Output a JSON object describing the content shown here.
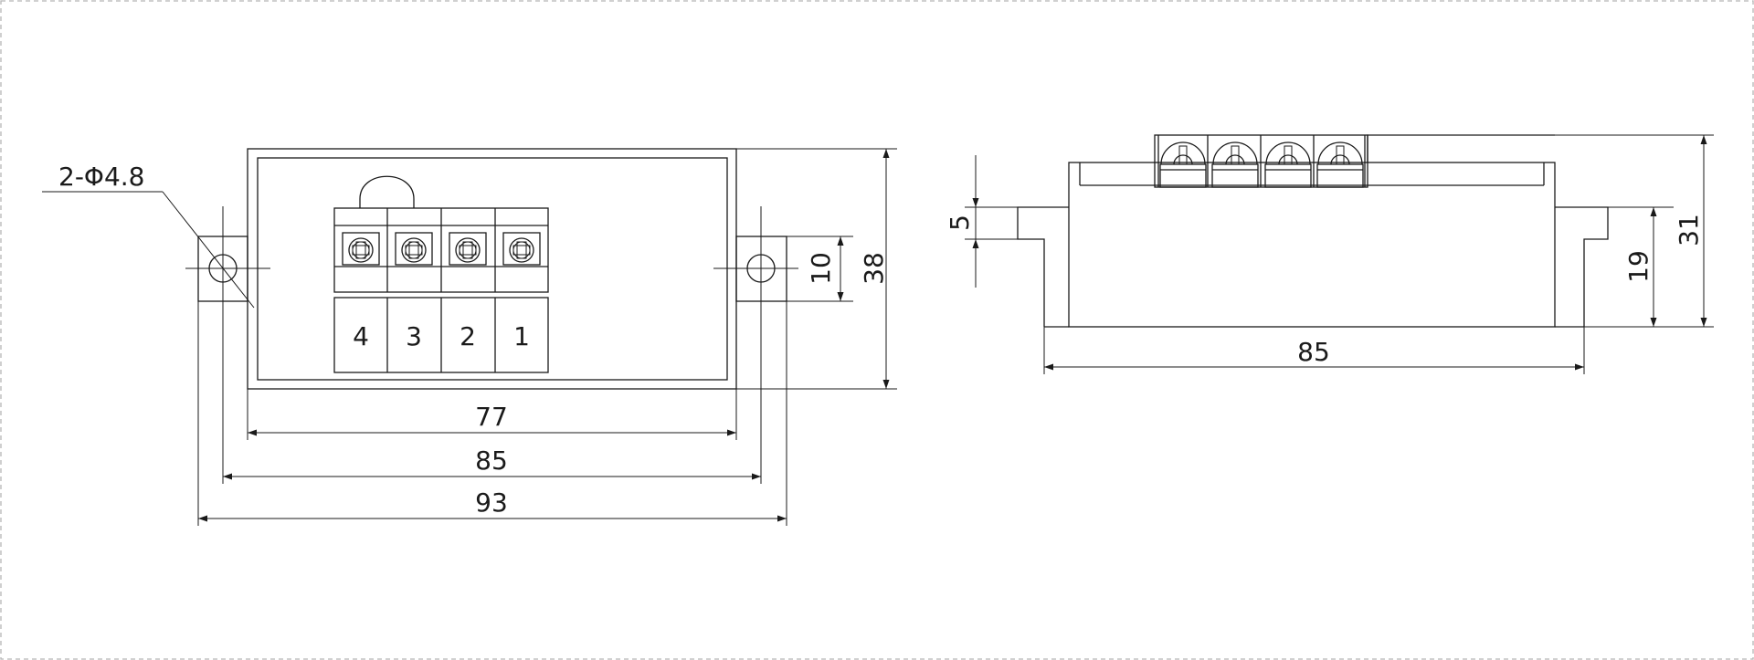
{
  "front_view": {
    "hole_label": "2-Φ4.8",
    "terminal_numbers": [
      "4",
      "3",
      "2",
      "1"
    ],
    "dim_inner_width": "77",
    "dim_hole_pitch": "85",
    "dim_overall_width": "93",
    "dim_tab_height": "10",
    "dim_body_height": "38"
  },
  "side_view": {
    "dim_tab_thickness": "5",
    "dim_base_width": "85",
    "dim_flange_height": "19",
    "dim_total_height": "31"
  }
}
